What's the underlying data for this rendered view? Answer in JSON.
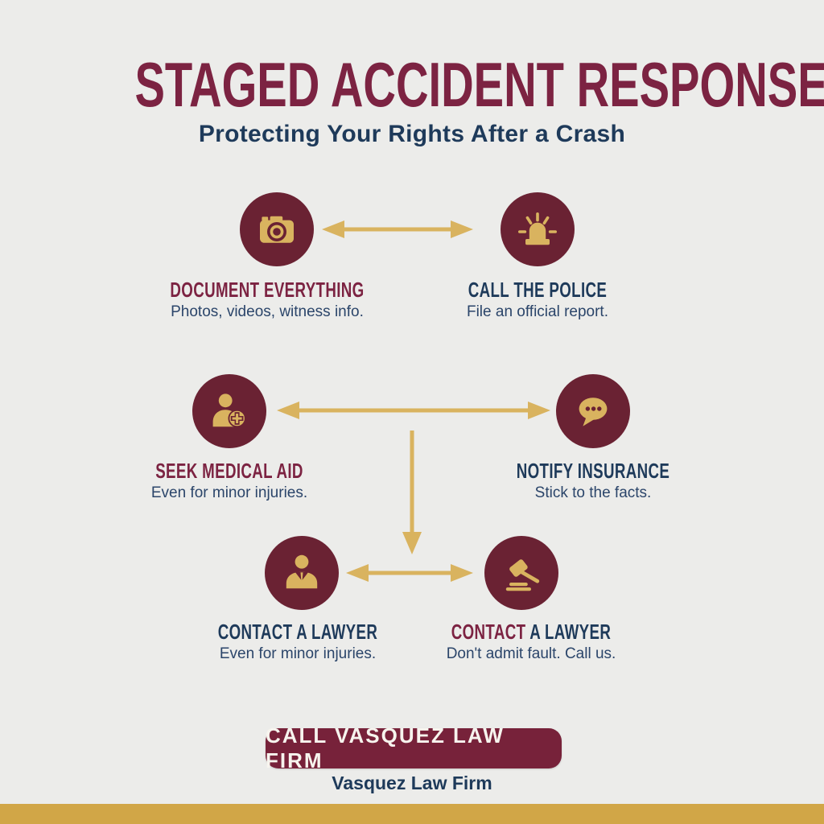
{
  "title": "STAGED ACCIDENT RESPONSE",
  "subtitle": "Protecting Your Rights After a Crash",
  "steps": [
    {
      "icon": "camera-icon",
      "title": "DOCUMENT EVERYTHING",
      "subtitle": "Photos, videos, witness info."
    },
    {
      "icon": "siren-icon",
      "title": "CALL THE POLICE",
      "subtitle": "File an official report."
    },
    {
      "icon": "medical-person-icon",
      "title": "SEEK MEDICAL AID",
      "subtitle": "Even for minor injuries."
    },
    {
      "icon": "speech-bubble-icon",
      "title": "NOTIFY INSURANCE",
      "subtitle": "Stick to the facts."
    },
    {
      "icon": "businessman-icon",
      "title": "CONTACT A LAWYER",
      "subtitle": "Even for minor injuries."
    },
    {
      "icon": "gavel-icon",
      "title_part1": "CONTACT",
      "title_part2": " A LAWYER",
      "subtitle": "Don't admit fault. Call us."
    }
  ],
  "cta": {
    "button_label": "CALL VASQUEZ LAW FIRM",
    "footer_label": "Vasquez Law Firm"
  },
  "colors": {
    "background": "#ececea",
    "title_maroon": "#7c2342",
    "navy": "#1e3a5a",
    "circle_maroon": "#6a2233",
    "icon_gold": "#d9b35f",
    "bottom_bar_gold": "#d1a647",
    "button_background": "#77223a",
    "button_text": "#f7f4ee"
  }
}
